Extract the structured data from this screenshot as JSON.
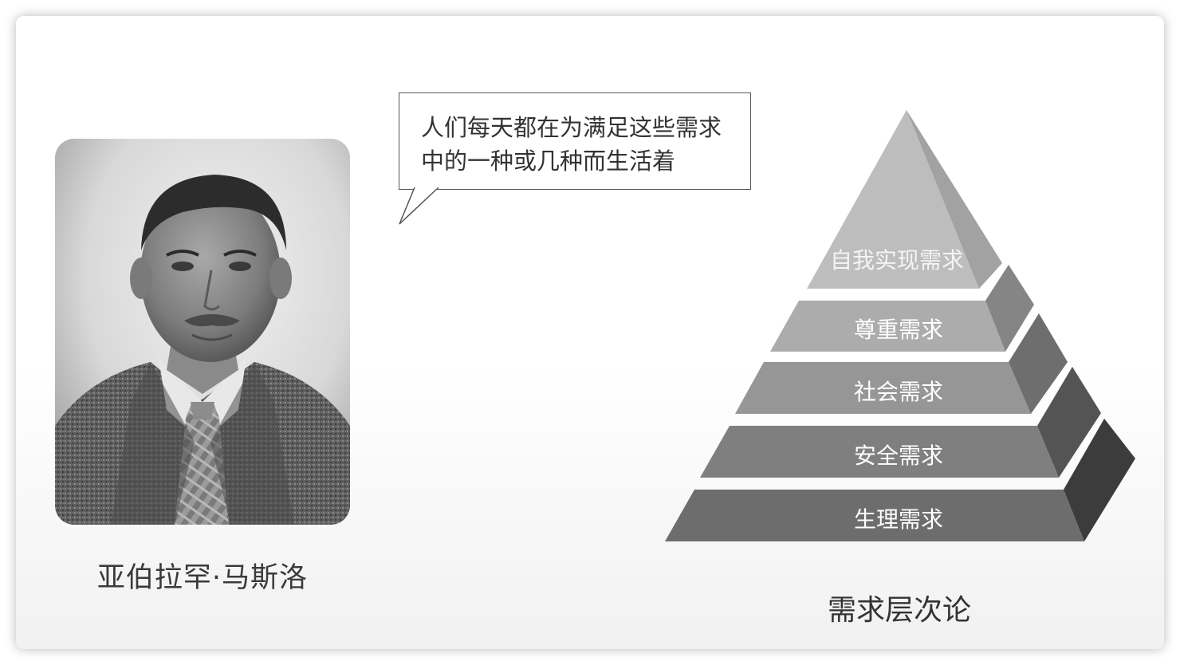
{
  "person": {
    "name": "亚伯拉罕·马斯洛",
    "photo": "portrait-photo"
  },
  "quote": {
    "line1": "人们每天都在为满足这些需求",
    "line2": "中的一种或几种而生活着"
  },
  "pyramid": {
    "title": "需求层次论",
    "layers": [
      {
        "label": "自我实现需求"
      },
      {
        "label": "尊重需求"
      },
      {
        "label": "社会需求"
      },
      {
        "label": "安全需求"
      },
      {
        "label": "生理需求"
      }
    ]
  },
  "colors": {
    "tier1_front": "#bdbdbd",
    "tier1_side": "#a2a2a2",
    "tier2_front": "#acacac",
    "tier2_side": "#858585",
    "tier3_front": "#969696",
    "tier3_side": "#6e6e6e",
    "tier4_front": "#7f7f7f",
    "tier4_side": "#545454",
    "tier5_front": "#6d6d6d",
    "tier5_side": "#3c3c3c"
  }
}
